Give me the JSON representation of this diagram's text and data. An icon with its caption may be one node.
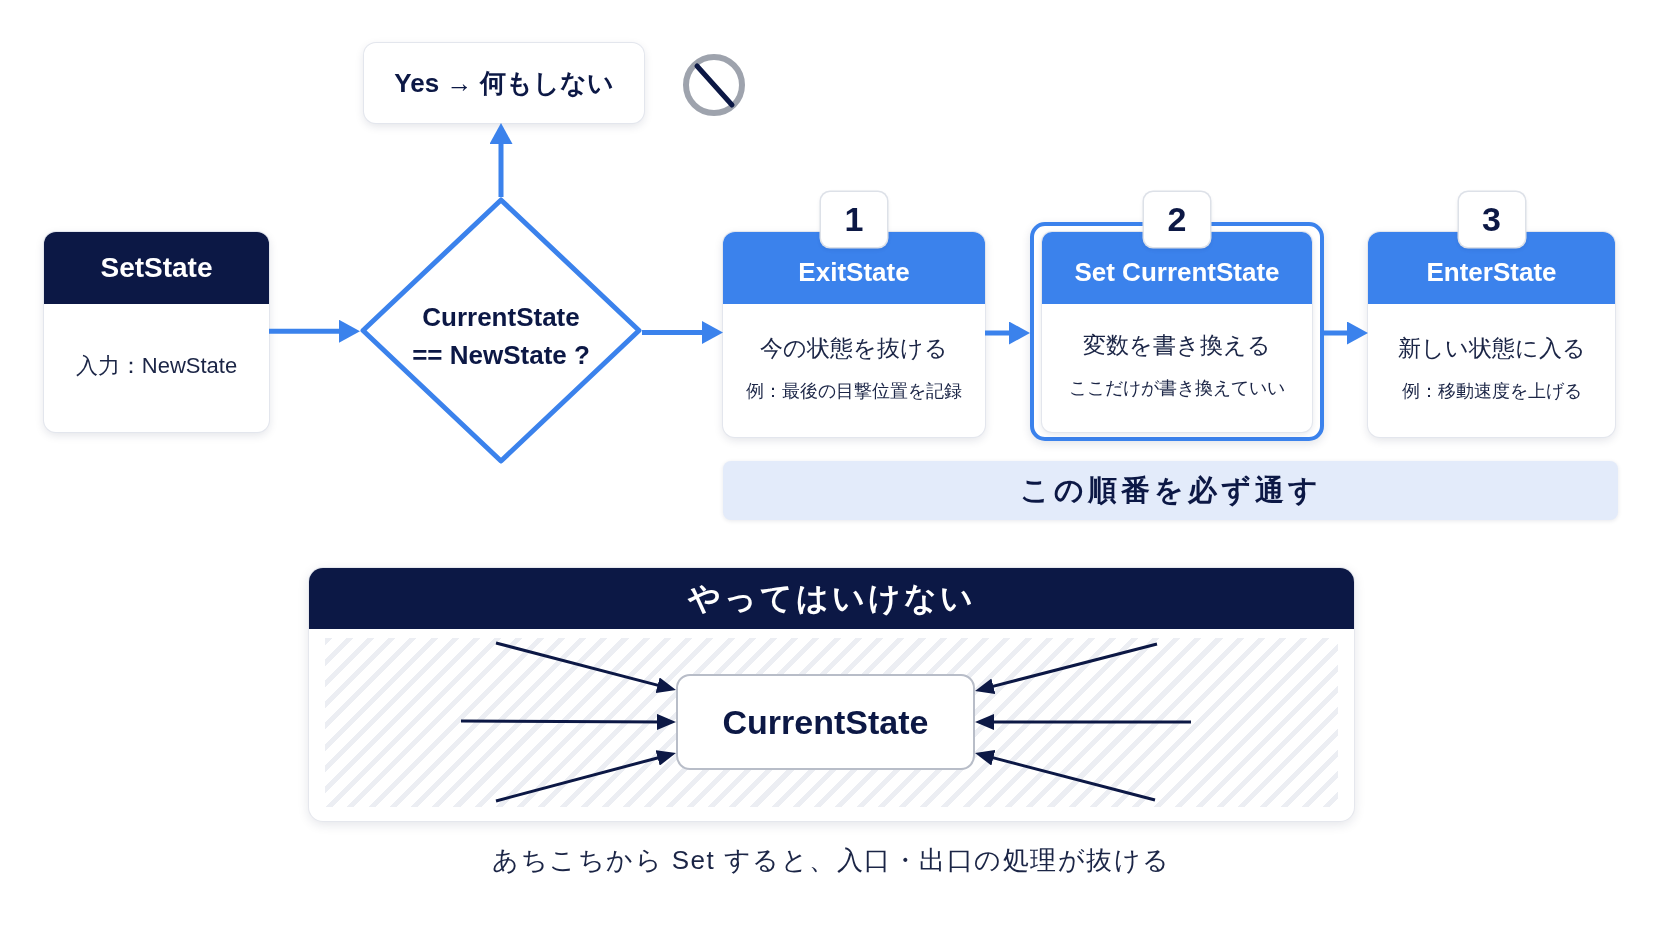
{
  "diagram": {
    "nodes": [
      {
        "text": [
          "SetState",
          "入力：NewState"
        ]
      },
      {
        "text": [
          "CurrentState == NewState ?"
        ]
      },
      {
        "text": [
          "Yes → 何もしない"
        ]
      },
      {
        "text": [
          "1",
          "ExitState",
          "今の状態を抜ける",
          "例：最後の目撃位置を記録"
        ]
      },
      {
        "text": [
          "2",
          "Set CurrentState",
          "変数を書き換える",
          "ここだけが書き換えていい"
        ]
      },
      {
        "text": [
          "3",
          "EnterState",
          "新しい状態に入る",
          "例：移動速度を上げる"
        ]
      },
      {
        "text": [
          "この順番を必ず通す"
        ]
      },
      {
        "text": [
          "やってはいけない"
        ],
        "beside": [
          "あちこちから Set すると、入口・出口の処理が抜ける"
        ]
      },
      {
        "text": [
          "CurrentState"
        ],
        "in": 7
      }
    ],
    "edges": [
      {
        "from": 0,
        "to": 1,
        "arrow": "to",
        "color": "#3b82ec"
      },
      {
        "from": 1,
        "to": 2,
        "arrow": "to",
        "color": "#3b82ec"
      },
      {
        "from": 1,
        "to": 3,
        "arrow": "to",
        "color": "#3b82ec"
      },
      {
        "from": 3,
        "to": 4,
        "arrow": "to",
        "color": "#3b82ec"
      },
      {
        "from": 4,
        "to": 5,
        "arrow": "to",
        "color": "#3b82ec"
      },
      {
        "from": null,
        "to": 8,
        "arrow": "to"
      },
      {
        "from": null,
        "to": 8,
        "arrow": "to"
      },
      {
        "from": null,
        "to": 8,
        "arrow": "to"
      },
      {
        "from": null,
        "to": 8,
        "arrow": "to"
      },
      {
        "from": null,
        "to": 8,
        "arrow": "to"
      },
      {
        "from": null,
        "to": 8,
        "arrow": "to"
      }
    ]
  }
}
